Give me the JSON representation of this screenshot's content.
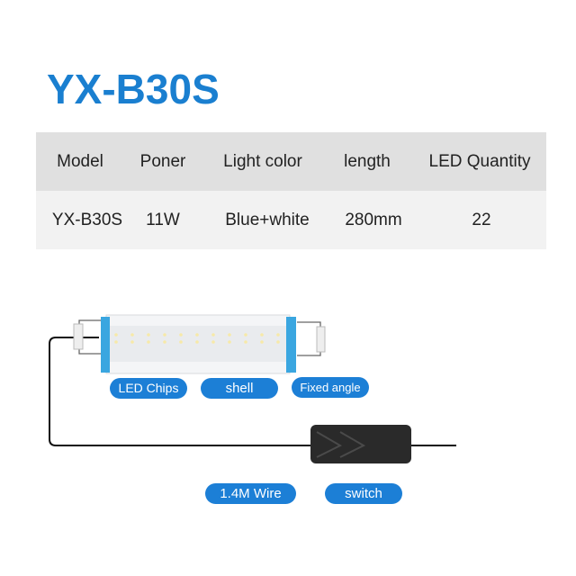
{
  "title": "YX-B30S",
  "table": {
    "headers": [
      "Model",
      "Poner",
      "Light color",
      "length",
      "LED Quantity"
    ],
    "row": [
      "YX-B30S",
      "11W",
      "Blue+white",
      "280mm",
      "22"
    ]
  },
  "labels": {
    "led_chips": "LED Chips",
    "shell": "shell",
    "fixed_angle": "Fixed angle",
    "wire": "1.4M Wire",
    "switch": "switch"
  },
  "colors": {
    "accent": "#1a7fd0",
    "pill": "#1c7fd6"
  }
}
